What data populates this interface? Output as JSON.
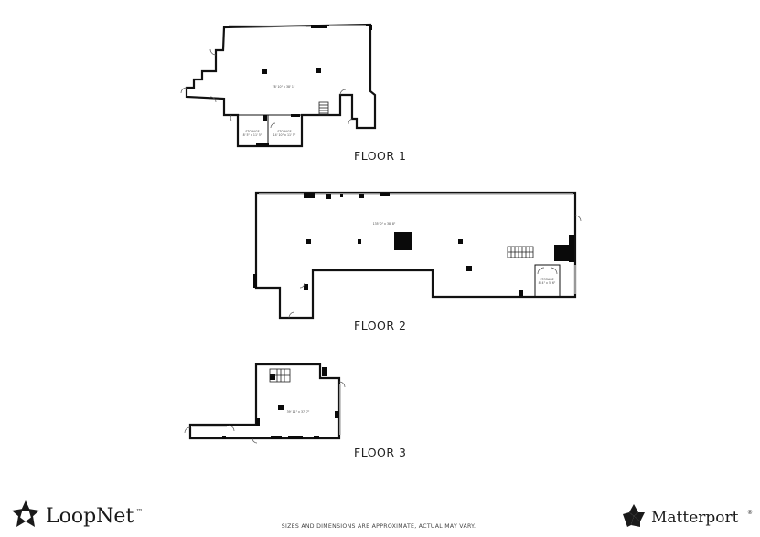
{
  "floors": [
    {
      "label": "FLOOR 1",
      "rooms": [
        {
          "dimensions": "78' 10\" x 38' 1\""
        },
        {
          "name": "STORAGE",
          "dimensions": "8' 5\" x 11' 5\""
        },
        {
          "name": "STORAGE",
          "dimensions": "14' 10\" x 11' 5\""
        }
      ]
    },
    {
      "label": "FLOOR 2",
      "rooms": [
        {
          "dimensions": "135' 0\" x 38' 8\""
        },
        {
          "name": "STORAGE",
          "dimensions": "8' 4\" x 5' 6\""
        }
      ]
    },
    {
      "label": "FLOOR 3",
      "rooms": [
        {
          "dimensions": "39' 11\" x 37' 7\""
        }
      ]
    }
  ],
  "branding": {
    "left": {
      "name": "LoopNet",
      "mark": "™",
      "icon": "loopnet-logo-icon"
    },
    "right": {
      "name": "Matterport",
      "mark": "®",
      "icon": "matterport-logo-icon"
    }
  },
  "disclaimer": "SIZES AND DIMENSIONS ARE APPROXIMATE, ACTUAL MAY VARY."
}
